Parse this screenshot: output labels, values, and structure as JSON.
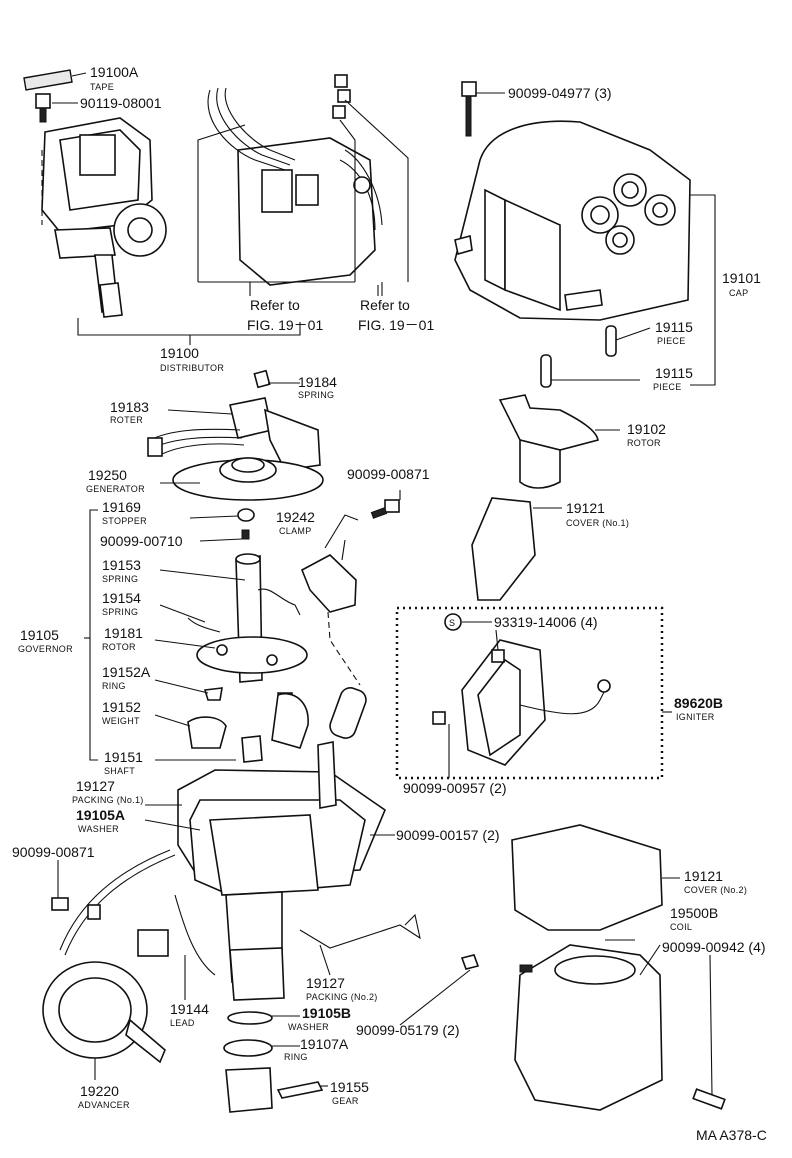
{
  "labels": {
    "p19100a": {
      "num": "19100A",
      "name": "TAPE"
    },
    "p90119_08001": {
      "num": "90119-08001"
    },
    "p19100": {
      "num": "19100",
      "name": "DISTRIBUTOR"
    },
    "ref1": {
      "line1": "Refer to",
      "line2": "FIG. 19－01"
    },
    "ref2": {
      "line1": "Refer to",
      "line2": "FIG. 19－01"
    },
    "p90099_04977": {
      "num": "90099-04977 (3)"
    },
    "p19101": {
      "num": "19101",
      "name": "CAP"
    },
    "p19115a": {
      "num": "19115",
      "name": "PIECE"
    },
    "p19115b": {
      "num": "19115",
      "name": "PIECE"
    },
    "p19184": {
      "num": "19184",
      "name": "SPRING"
    },
    "p19183": {
      "num": "19183",
      "name": "ROTER"
    },
    "p19102": {
      "num": "19102",
      "name": "ROTOR"
    },
    "p19250": {
      "num": "19250",
      "name": "GENERATOR"
    },
    "p90099_00871a": {
      "num": "90099-00871"
    },
    "p19169": {
      "num": "19169",
      "name": "STOPPER"
    },
    "p19242": {
      "num": "19242",
      "name": "CLAMP"
    },
    "p19121a": {
      "num": "19121",
      "name": "COVER (No.1)"
    },
    "p90099_00710": {
      "num": "90099-00710"
    },
    "p19153": {
      "num": "19153",
      "name": "SPRING"
    },
    "p93319": {
      "symbol": "S",
      "num": "93319-14006 (4)"
    },
    "p19154": {
      "num": "19154",
      "name": "SPRING"
    },
    "p19105": {
      "num": "19105",
      "name": "GOVERNOR"
    },
    "p19181": {
      "num": "19181",
      "name": "ROTOR"
    },
    "p89620b": {
      "num": "89620B",
      "name": "IGNITER"
    },
    "p19152a": {
      "num": "19152A",
      "name": "RING"
    },
    "p19152": {
      "num": "19152",
      "name": "WEIGHT"
    },
    "p19151": {
      "num": "19151",
      "name": "SHAFT"
    },
    "p90099_00957": {
      "num": "90099-00957 (2)"
    },
    "p19127a": {
      "num": "19127",
      "name": "PACKING (No.1)"
    },
    "p19105a": {
      "num": "19105A",
      "name": "WASHER"
    },
    "p90099_00157": {
      "num": "90099-00157 (2)"
    },
    "p90099_00871b": {
      "num": "90099-00871"
    },
    "p19121b": {
      "num": "19121",
      "name": "COVER (No.2)"
    },
    "p19500b": {
      "num": "19500B",
      "name": "COIL"
    },
    "p90099_00942": {
      "num": "90099-00942 (4)"
    },
    "p19127b": {
      "num": "19127",
      "name": "PACKING (No.2)"
    },
    "p19144": {
      "num": "19144",
      "name": "LEAD"
    },
    "p19105b": {
      "num": "19105B",
      "name": "WASHER"
    },
    "p90099_05179": {
      "num": "90099-05179 (2)"
    },
    "p19107a": {
      "num": "19107A",
      "name": "RING"
    },
    "p19220": {
      "num": "19220",
      "name": "ADVANCER"
    },
    "p19155": {
      "num": "19155",
      "name": "GEAR"
    }
  },
  "figure_code": "MA  A378-C"
}
